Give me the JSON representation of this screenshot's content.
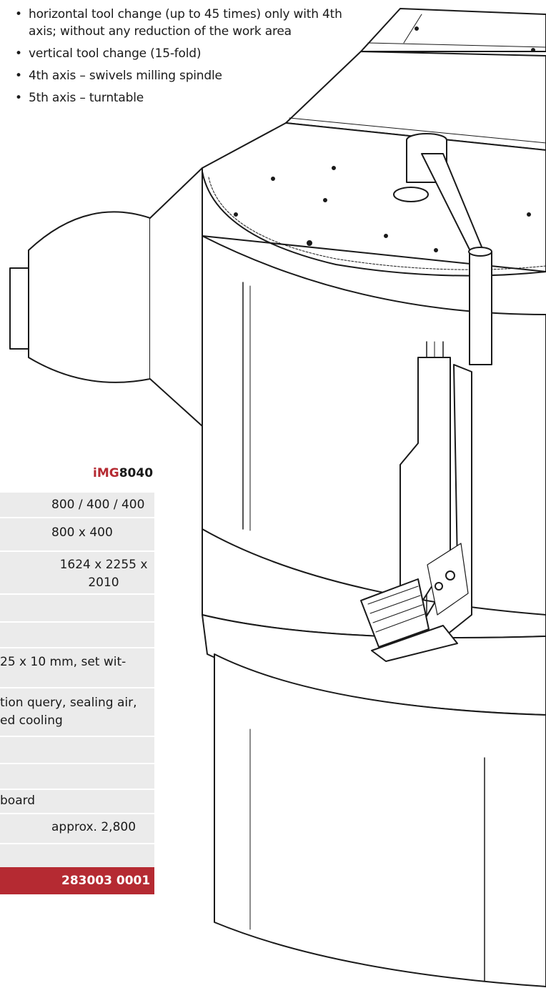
{
  "features": [
    "horizontal tool change (up to 45 times) only with 4th axis; without any reduction of the work area",
    "vertical tool change (15-fold)",
    "4th axis – swivels milling spindle",
    "5th axis – turntable"
  ],
  "model": {
    "prefix": "iMG",
    "number": "8040"
  },
  "specs": [
    {
      "value": "800 / 400 / 400"
    },
    {
      "value": "800 x 400"
    },
    {
      "value": "1624 x 2255 x 2010"
    },
    {
      "value": ""
    },
    {
      "value": ""
    },
    {
      "value": "25 x 10 mm, set wit-"
    },
    {
      "value": "tion query, sealing air, ed cooling"
    },
    {
      "value": ""
    },
    {
      "value": ""
    },
    {
      "value": "board"
    },
    {
      "value": "approx. 2,800"
    },
    {
      "value": ""
    },
    {
      "value": "283003 0001"
    }
  ]
}
